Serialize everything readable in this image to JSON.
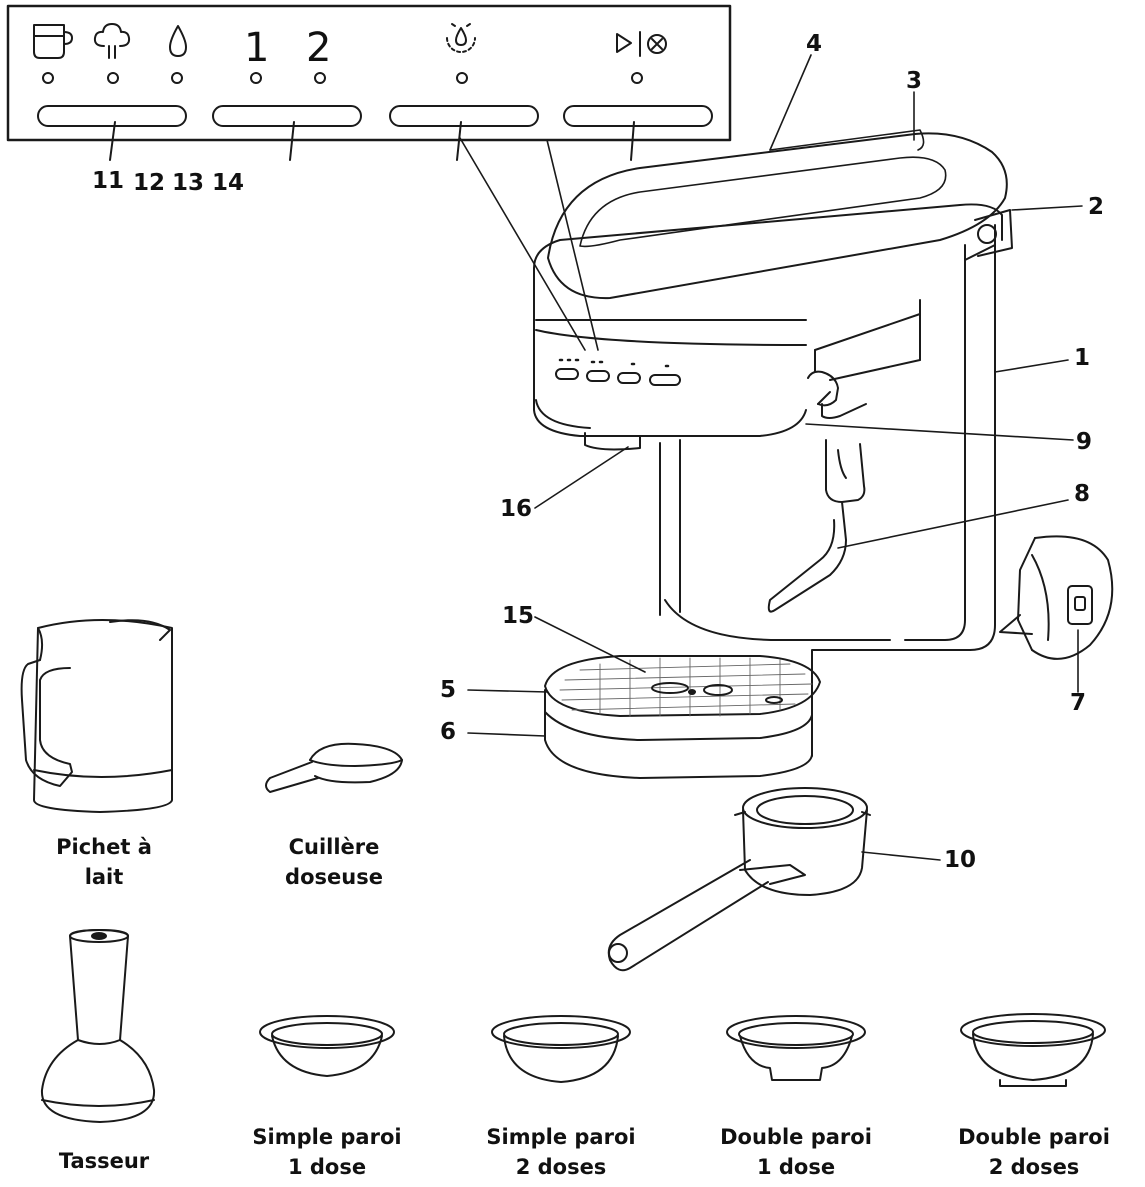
{
  "control_panel": {
    "icons": [
      "cup-icon",
      "steam-icon",
      "water-drop-icon",
      "descale-icon",
      "play-cancel-icon"
    ],
    "shot_one": "1",
    "shot_two": "2"
  },
  "callouts": {
    "c1": "1",
    "c2": "2",
    "c3": "3",
    "c4": "4",
    "c5": "5",
    "c6": "6",
    "c7": "7",
    "c8": "8",
    "c9": "9",
    "c10": "10",
    "c11": "11",
    "c12": "12",
    "c13": "13",
    "c14": "14",
    "c15": "15",
    "c16": "16"
  },
  "accessories": {
    "pitcher": {
      "line1": "Pichet à",
      "line2": "lait"
    },
    "scoop": {
      "line1": "Cuillère",
      "line2": "doseuse"
    },
    "tamper": {
      "line1": "Tasseur"
    },
    "basket_single_wall_1": {
      "line1": "Simple paroi",
      "line2": "1 dose"
    },
    "basket_single_wall_2": {
      "line1": "Simple paroi",
      "line2": "2 doses"
    },
    "basket_double_wall_1": {
      "line1": "Double paroi",
      "line2": "1 dose"
    },
    "basket_double_wall_2": {
      "line1": "Double paroi",
      "line2": "2 doses"
    }
  }
}
